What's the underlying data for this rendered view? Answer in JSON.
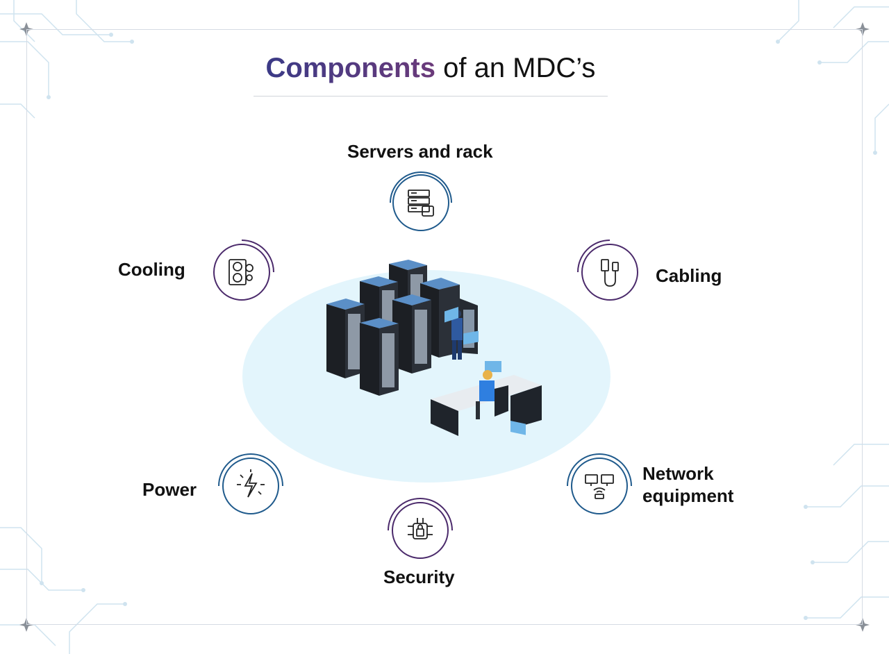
{
  "title": {
    "strong": "Components",
    "rest": " of an MDC’s"
  },
  "components": [
    {
      "id": "servers",
      "label": "Servers and rack",
      "icon": "server-rack-icon",
      "ring_color": "#1f5a8c"
    },
    {
      "id": "cooling",
      "label": "Cooling",
      "icon": "cooling-fan-icon",
      "ring_color": "#4b2a6b"
    },
    {
      "id": "cabling",
      "label": "Cabling",
      "icon": "usb-cable-icon",
      "ring_color": "#4b2a6b"
    },
    {
      "id": "power",
      "label": "Power",
      "icon": "lightning-icon",
      "ring_color": "#1f5a8c"
    },
    {
      "id": "security",
      "label": "Security",
      "icon": "security-lock-icon",
      "ring_color": "#4b2a6b"
    },
    {
      "id": "network",
      "label_line1": "Network",
      "label_line2": "equipment",
      "icon": "network-monitors-icon",
      "ring_color": "#1f5a8c"
    }
  ],
  "center_illustration": "data-center-server-racks-illustration",
  "colors": {
    "title_gradient_start": "#3b3a86",
    "title_gradient_end": "#6b3a7a",
    "ellipse_fill": "#e3f5fc",
    "accent_blue": "#1f5a8c",
    "accent_purple": "#4b2a6b"
  }
}
